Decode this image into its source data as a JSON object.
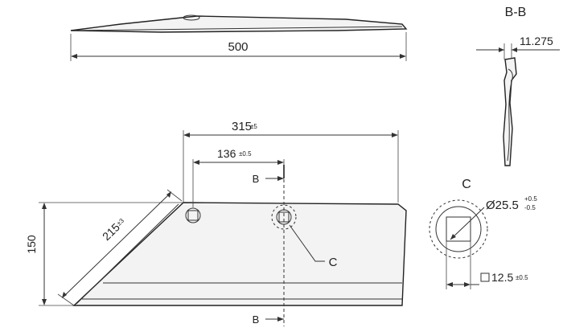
{
  "section_title": "B-B",
  "dims": {
    "length_total": "500",
    "thickness": "11.275",
    "width_holes": "315",
    "width_holes_tol": "±5",
    "hole_spacing": "136",
    "hole_spacing_tol": "±0.5",
    "height": "150",
    "diagonal": "215",
    "diagonal_tol": "±3",
    "circle_dia": "Ø25.5",
    "circle_tol_up": "+0.5",
    "circle_tol_down": "-0.5",
    "square": "12.5",
    "square_tol": "±0.5"
  },
  "labels": {
    "section_top": "B",
    "section_bottom": "B",
    "detail_ref": "C",
    "detail_title": "C"
  },
  "colors": {
    "line": "#222222",
    "fill": "#f3f3f3",
    "background": "#ffffff"
  }
}
